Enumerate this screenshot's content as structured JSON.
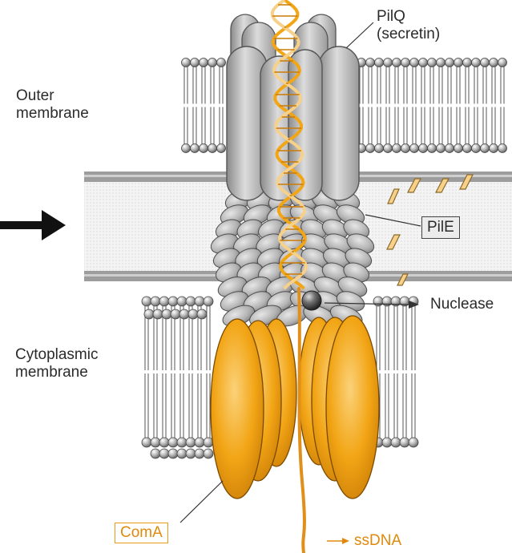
{
  "labels": {
    "outer_membrane": [
      "Outer",
      "membrane"
    ],
    "cytoplasmic_membrane": [
      "Cytoplasmic",
      "membrane"
    ],
    "pilq": [
      "PilQ",
      "(secretin)"
    ],
    "pile": "PilE",
    "nuclease": "Nuclease",
    "coma": "ComA",
    "ssdna": "ssDNA"
  },
  "colors": {
    "orange": "#f2a515",
    "orange_dark": "#c97b06",
    "protein_gray": "#b9b9b9",
    "protein_dark": "#777777",
    "periplasm": "#f0f0f0",
    "arrow": "#111111"
  },
  "icons": {
    "entry_arrow": "arrow-right-icon",
    "label_arrow": "arrow-right-small-icon"
  }
}
